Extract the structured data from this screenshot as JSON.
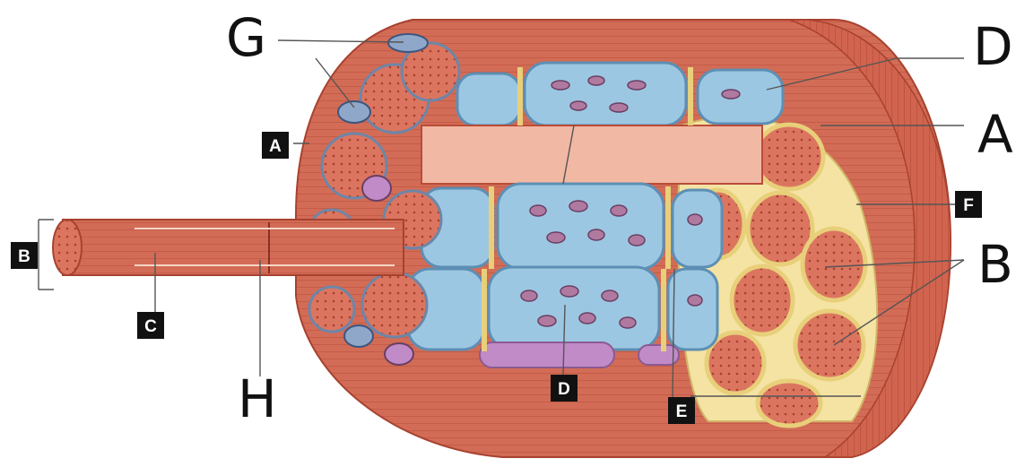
{
  "diagram": {
    "subject": "skeletal-muscle-cross-section",
    "handwritten_labels": [
      "G",
      "D",
      "A",
      "B",
      "H"
    ],
    "boxed_labels": [
      "A",
      "B",
      "C",
      "F",
      "D",
      "E"
    ]
  },
  "colors": {
    "muscle": "#d9705a",
    "muscle_dark": "#b94c38",
    "muscle_light": "#f1b8a4",
    "tubule_blue": "#9cc7e2",
    "tubule_dark": "#5d8fb4",
    "connective_yellow": "#f4e3a3",
    "purple": "#c08bc7"
  }
}
